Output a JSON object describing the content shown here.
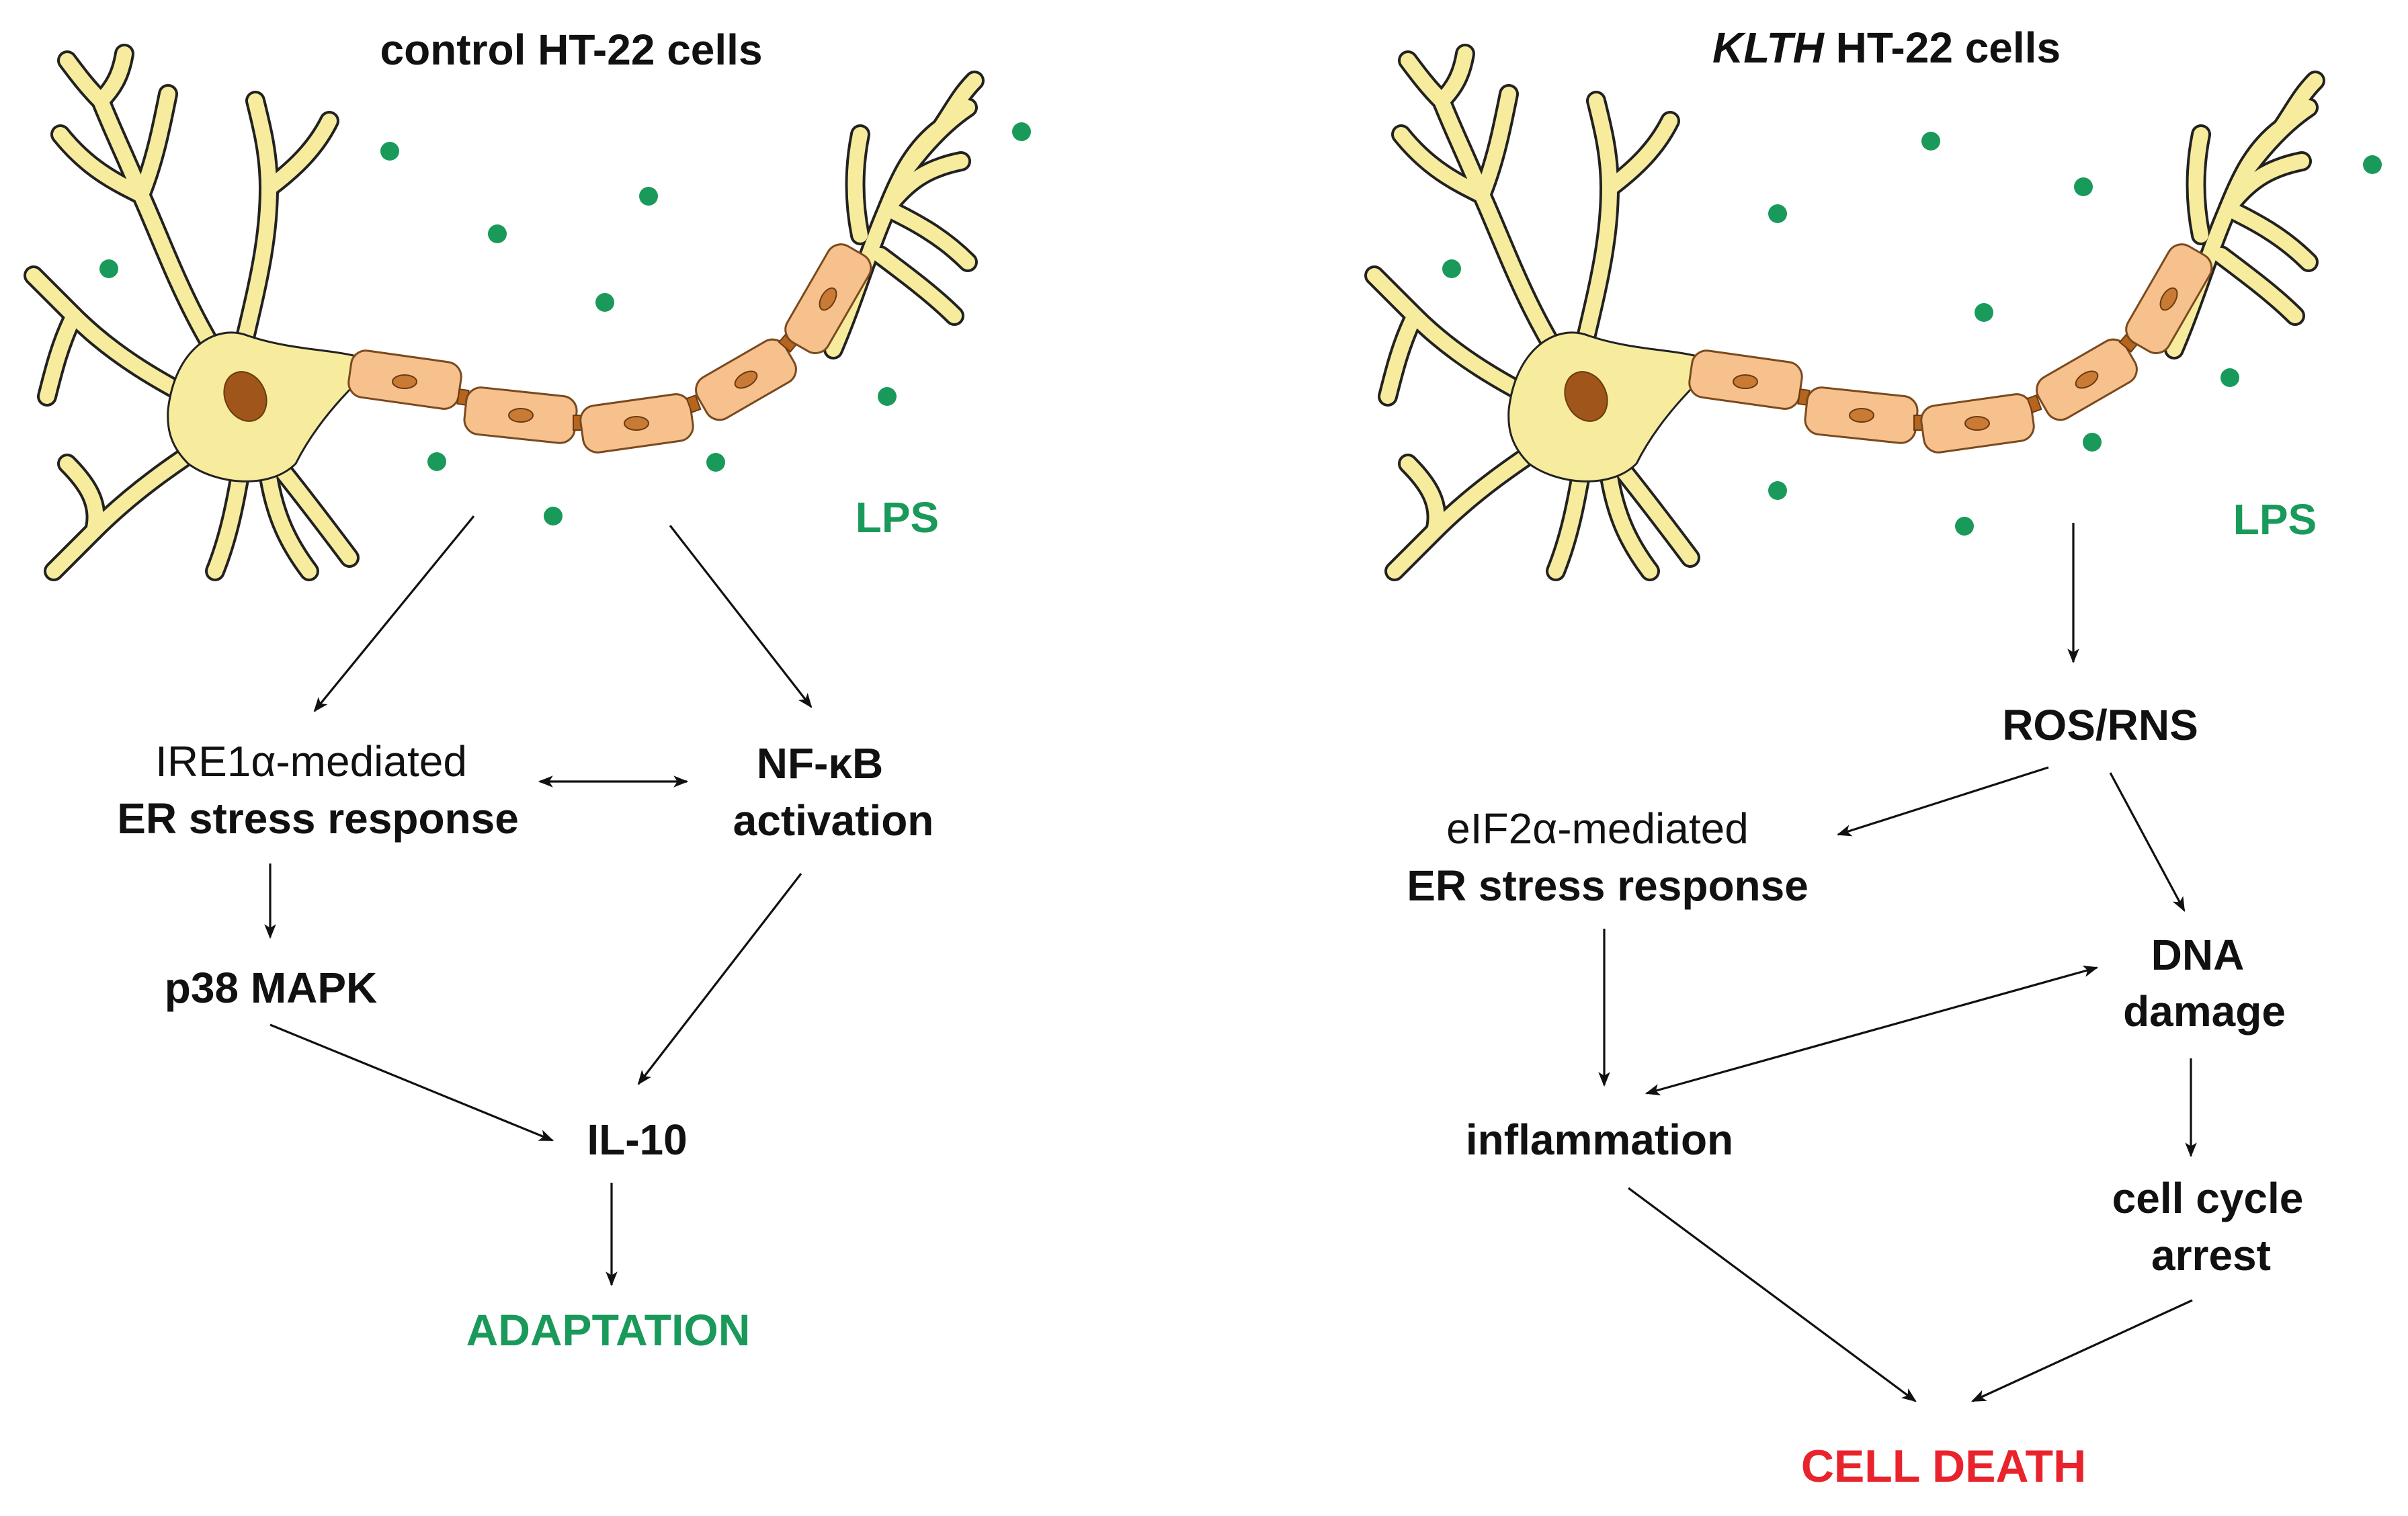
{
  "colors": {
    "text": "#111111",
    "adaptation": "#1a9a5a",
    "lps": "#1a9a5a",
    "cell_death": "#e8232c",
    "neuron_body": "#f7ec9e",
    "myelin": "#f7c18e",
    "nucleus": "#a0561a",
    "lps_dot": "#1a9a5a"
  },
  "left_panel": {
    "title": "control HT-22 cells",
    "lps_label": "LPS",
    "ire1_line1": "IRE1α-mediated",
    "ire1_line2": "ER stress response",
    "nfkb_line1": "NF-κB",
    "nfkb_line2": "activation",
    "p38": "p38 MAPK",
    "il10": "IL-10",
    "outcome": "ADAPTATION"
  },
  "right_panel": {
    "title_italic": "KLTH",
    "title_rest": " HT-22 cells",
    "lps_label": "LPS",
    "ros": "ROS/RNS",
    "eif2_line1": "eIF2α-mediated",
    "eif2_line2": "ER stress response",
    "dna_line1": "DNA",
    "dna_line2": "damage",
    "inflammation": "inflammation",
    "cellcycle_line1": "cell cycle",
    "cellcycle_line2": "arrest",
    "outcome": "CELL DEATH"
  }
}
